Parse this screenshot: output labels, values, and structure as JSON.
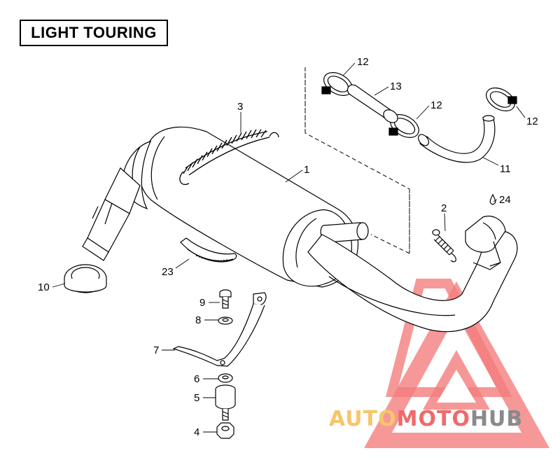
{
  "title": "LIGHT TOURING",
  "watermark": {
    "part1": "AUTO",
    "part2": "MOTO",
    "part3": "HUB",
    "colors": {
      "auto": "#f7c56a",
      "moto": "#f06a6a",
      "hub": "#8a8a8a",
      "triangle": "#f05252"
    }
  },
  "callouts": {
    "c1": "1",
    "c2": "2",
    "c3": "3",
    "c4": "4",
    "c5": "5",
    "c6": "6",
    "c7": "7",
    "c8": "8",
    "c9": "9",
    "c10": "10",
    "c11": "11",
    "c12a": "12",
    "c12b": "12",
    "c12c": "12",
    "c13": "13",
    "c23": "23",
    "c24": "24"
  }
}
